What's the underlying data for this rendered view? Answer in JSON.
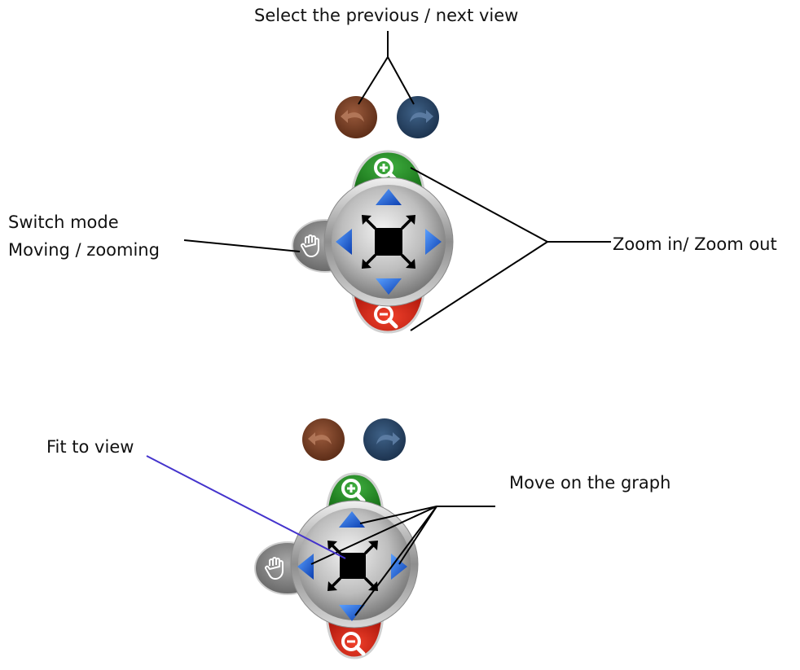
{
  "labels": {
    "prev_next": "Select the previous / next view",
    "switch_mode_line1": "Switch mode",
    "switch_mode_line2": "Moving / zooming",
    "zoom": "Zoom in/ Zoom out",
    "fit": "Fit to view",
    "move": "Move on the graph"
  },
  "colors": {
    "previous_button": "#7a4128",
    "next_button": "#2c4766",
    "zoom_in_button": "#1f8a1f",
    "zoom_out_button": "#d42010",
    "arrow_blue": "#1e63d8",
    "fit_line": "#4433cc",
    "pad_grey": "#b8b8b8"
  },
  "icons": [
    "back-arrow-icon",
    "forward-arrow-icon",
    "zoom-in-icon",
    "zoom-out-icon",
    "hand-icon",
    "arrow-up-icon",
    "arrow-down-icon",
    "arrow-left-icon",
    "arrow-right-icon",
    "fit-to-view-icon"
  ]
}
